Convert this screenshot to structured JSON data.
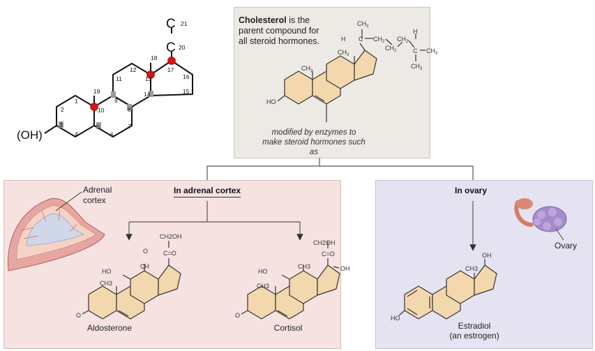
{
  "steroid_nucleus": {
    "hydroxyl_label": "(OH)",
    "numbers": [
      "1",
      "2",
      "3",
      "4",
      "5",
      "6",
      "7",
      "8",
      "9",
      "10",
      "11",
      "12",
      "13",
      "14",
      "15",
      "16",
      "17",
      "18",
      "19",
      "20",
      "21"
    ],
    "atom_c": "C"
  },
  "cholesterol": {
    "name": "Cholesterol",
    "description": " is the parent compound for all steroid hormones.",
    "groups": {
      "ch3": "CH",
      "sub3": "3",
      "ch2": "CH",
      "sub2": "2",
      "h": "H",
      "c": "C",
      "ho": "HO"
    }
  },
  "modified_text": "modified by enzymes to make steroid hormones such as",
  "adrenal": {
    "header": "In adrenal cortex",
    "organ_label_line1": "Adrenal",
    "organ_label_line2": "cortex",
    "aldosterone": {
      "name": "Aldosterone",
      "ch2oh": "CH2OH",
      "co": "C=O",
      "o": "O",
      "ch": "CH",
      "ho": "HO",
      "ch3": "CH3"
    },
    "cortisol": {
      "name": "Cortisol",
      "ch2oh": "CH2OH",
      "co": "C=O",
      "ho": "HO",
      "ch3": "CH3",
      "oh": "OH",
      "o": "O"
    }
  },
  "ovary": {
    "header": "In ovary",
    "organ_label": "Ovary",
    "estradiol": {
      "name": "Estradiol",
      "subtitle": "(an estrogen)",
      "ch3": "CH3",
      "oh": "OH",
      "ho": "HO"
    }
  },
  "colors": {
    "top_panel": "#ede9e4",
    "adrenal_panel": "#f6e3e1",
    "ovary_panel": "#e5e3f1",
    "ring_fill": "#f3d7ad",
    "position_dot": "#e01010",
    "connector": "#555555"
  }
}
